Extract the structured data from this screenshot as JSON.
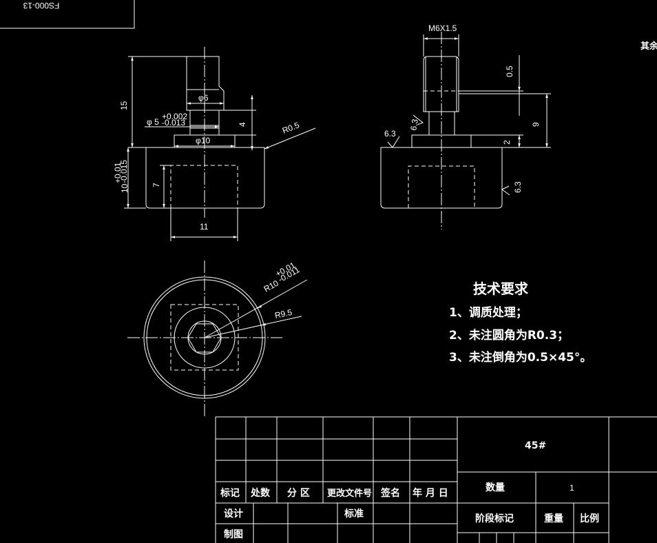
{
  "drawing_no": "FS000-13",
  "top_right_note": "其余",
  "dims_front": {
    "total_height": "15",
    "dia_small": "φ6",
    "dia_tol": "φ 5",
    "dia_tol_upper": "+0.002",
    "dia_tol_lower": "-0.013",
    "dia_base": "φ10",
    "step_h": "4",
    "fillet": "R0.5",
    "body_h": "10",
    "body_h_upper": "+0.01",
    "body_h_lower": "-0.015",
    "pocket_h": "7",
    "pocket_w": "11"
  },
  "dims_side": {
    "thread": "M6X1.5",
    "chamfer": "0.5",
    "h9": "9",
    "h2": "2",
    "rough1": "6.3",
    "rough2": "6.3",
    "rough3": "6.3"
  },
  "dims_top": {
    "r_outer": "R10",
    "r_outer_upper": "+0.01",
    "r_outer_lower": "-0.011",
    "r_inner": "R9.5"
  },
  "tech": {
    "title": "技术要求",
    "items": [
      "1、调质处理；",
      "2、未注圆角为R0.3；",
      "3、未注倒角为0.5×45°。"
    ]
  },
  "title_block": {
    "material": "45#",
    "headers": [
      "标记",
      "处数",
      "分 区",
      "更改文件号",
      "签名",
      "年 月 日"
    ],
    "quantity_label": "数量",
    "quantity": "1",
    "design": "设计",
    "standard": "标准",
    "drawn": "制图",
    "stage_mark": "阶段标记",
    "weight": "重量",
    "scale": "比例"
  }
}
